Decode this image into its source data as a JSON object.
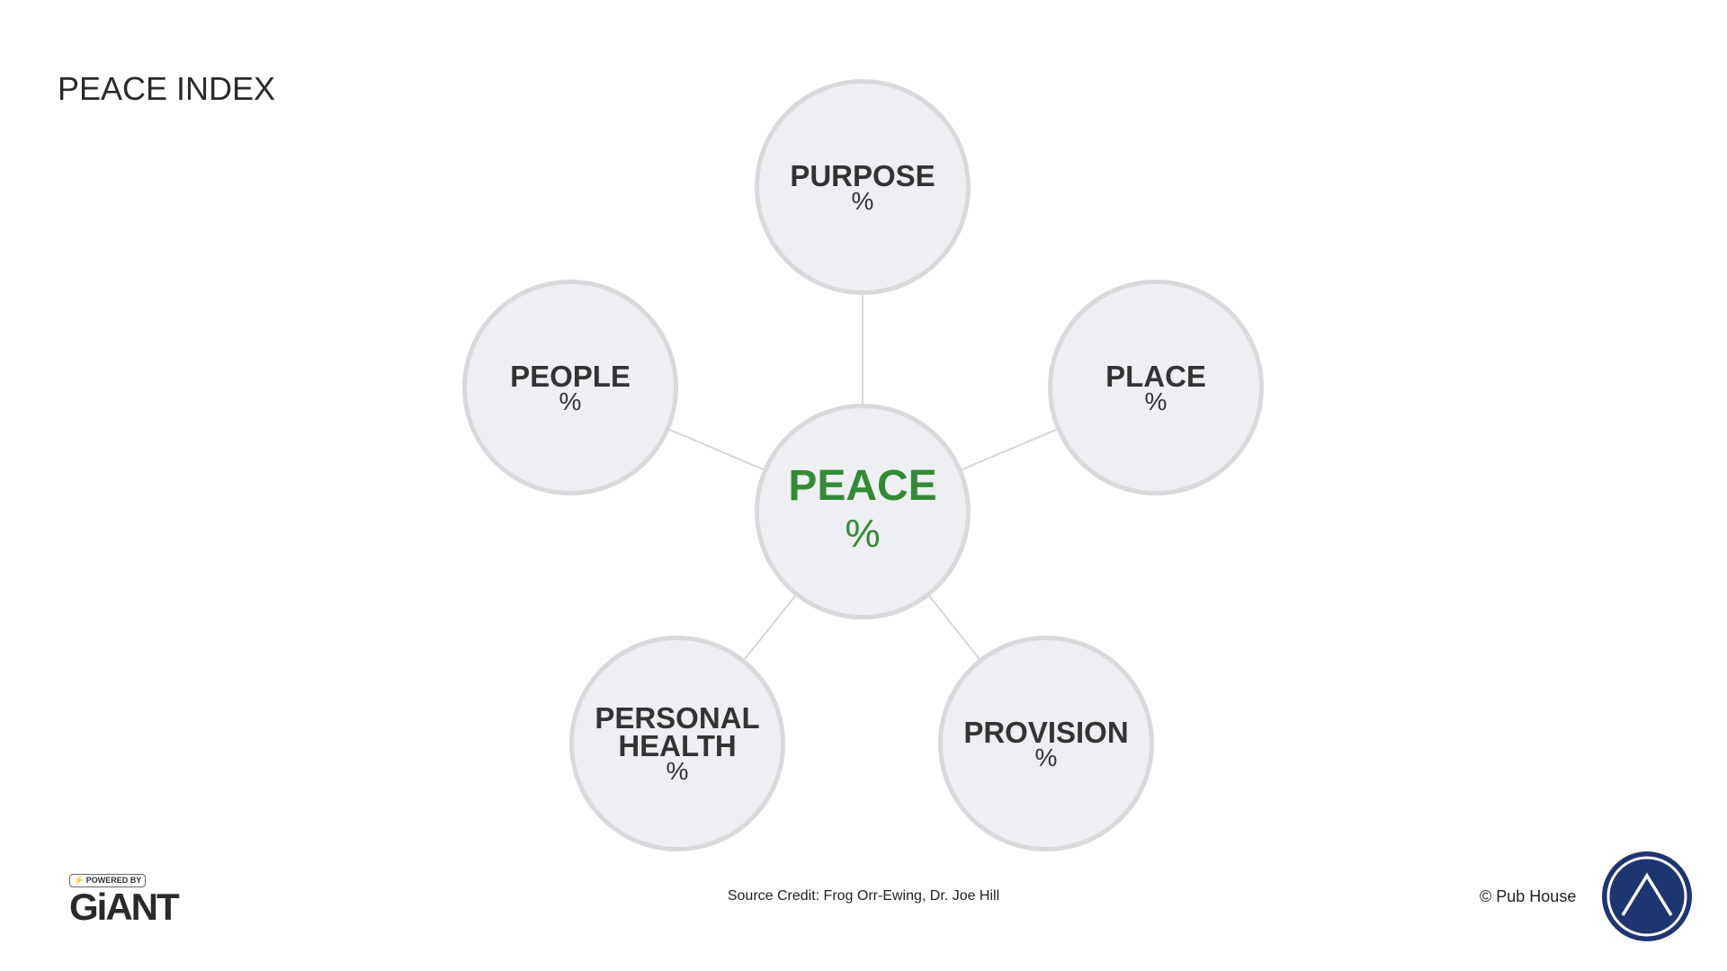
{
  "title": "PEACE INDEX",
  "center": {
    "label": "PEACE",
    "value": "%"
  },
  "nodes": [
    {
      "label": "PURPOSE",
      "value": "%"
    },
    {
      "label": "PLACE",
      "value": "%"
    },
    {
      "label": "PROVISION",
      "value": "%"
    },
    {
      "label": "PERSONAL HEALTH",
      "value": "%"
    },
    {
      "label": "PEOPLE",
      "value": "%"
    }
  ],
  "footer": {
    "powered_by": "POWERED BY",
    "brand": "GiANT",
    "source": "Source Credit: Frog Orr-Ewing, Dr. Joe Hill",
    "copyright": "© Pub House"
  },
  "colors": {
    "accent": "#338a36",
    "badge": "#1f3571"
  }
}
